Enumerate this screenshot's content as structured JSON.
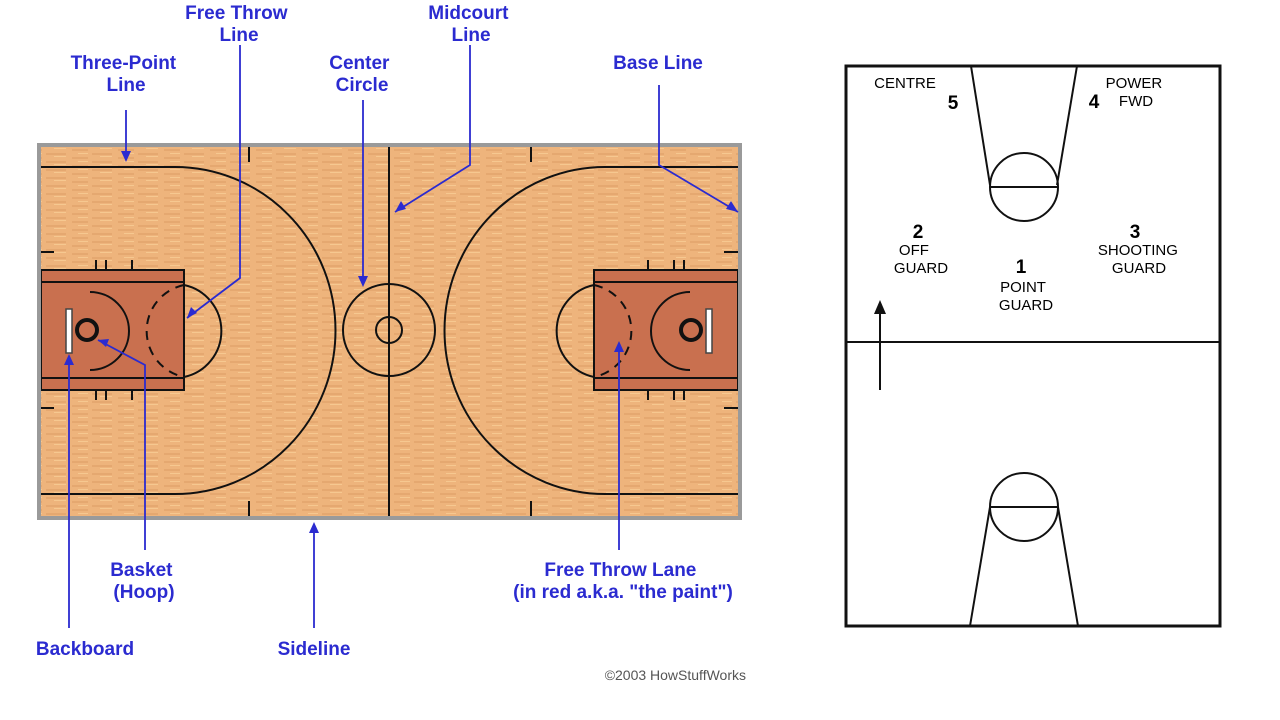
{
  "colors": {
    "label_blue": "#2b2bd0",
    "wood": "#eeb47c",
    "wood_grain": "#e0a068",
    "paint": "#c9704f",
    "border_gray": "#9a9a9a",
    "line": "#111111"
  },
  "court_labels": {
    "free_throw_line": [
      "Free Throw",
      "Line"
    ],
    "midcourt_line": [
      "Midcourt",
      "Line"
    ],
    "three_point_line": [
      "Three-Point",
      "Line"
    ],
    "center_circle": [
      "Center",
      "Circle"
    ],
    "base_line": [
      "Base Line"
    ],
    "basket": [
      "Basket",
      "(Hoop)"
    ],
    "free_throw_lane": [
      "Free Throw Lane",
      "(in red a.k.a. \"the paint\")"
    ],
    "backboard": [
      "Backboard"
    ],
    "sideline": [
      "Sideline"
    ]
  },
  "copyright": "©2003 HowStuffWorks",
  "positions": {
    "centre": {
      "label": [
        "CENTRE"
      ],
      "number": "5"
    },
    "power_fwd": {
      "label": [
        "POWER",
        "FWD"
      ],
      "number": "4"
    },
    "off_guard": {
      "label": [
        "OFF",
        "GUARD"
      ],
      "number": "2"
    },
    "shooting_guard": {
      "label": [
        "SHOOTING",
        "GUARD"
      ],
      "number": "3"
    },
    "point_guard": {
      "label": [
        "POINT",
        "GUARD"
      ],
      "number": "1"
    }
  },
  "icons": {
    "direction_arrow": "arrow-up-icon"
  }
}
